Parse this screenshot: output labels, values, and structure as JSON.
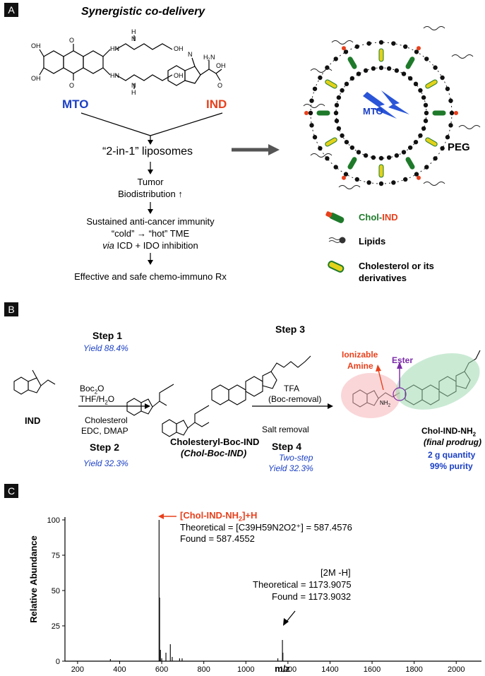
{
  "panelA": {
    "label": "A",
    "title": "Synergistic co-delivery",
    "mto": "MTO",
    "ind": "IND",
    "liposome": "“2-in-1” liposomes",
    "tumor": "Tumor",
    "biodist": "Biodistribution ↑",
    "immunity": "Sustained anti-cancer immunity",
    "cold_a": "“cold”",
    "cold_b": "“hot” TME",
    "via": "via",
    "via_rest": " ICD + IDO inhibition",
    "effective": "Effective and safe chemo-immuno Rx",
    "lipo_mto": "MTO",
    "peg": "PEG",
    "legend": {
      "chol_a": "Chol-",
      "chol_b": "IND",
      "lipids": "Lipids",
      "cholesterol_1": "Cholesterol or its",
      "cholesterol_2": "derivatives"
    },
    "colors": {
      "mto": "#1a3fc4",
      "ind": "#e8401c",
      "chol": "#1e7a2a",
      "yellow": "#e3d21a"
    }
  },
  "panelB": {
    "label": "B",
    "step1": "Step 1",
    "yield1": "Yield 88.4%",
    "reagent1a": "Boc",
    "reagent1a_sub": "2",
    "reagent1a_end": "O",
    "reagent1b": "THF/H",
    "reagent1b_sub": "2",
    "reagent1b_end": "O",
    "chol": "Cholesterol",
    "edc": "EDC, DMAP",
    "step2": "Step 2",
    "yield2": "Yield 32.3%",
    "ind": "IND",
    "intermediate_1": "Cholesteryl-Boc-IND",
    "intermediate_2": "(Chol-Boc-IND)",
    "step3": "Step 3",
    "tfa": "TFA",
    "bocremoval": "(Boc-removal)",
    "salt": "Salt removal",
    "step4": "Step 4",
    "twostep": "Two-step",
    "yield4": "Yield 32.3%",
    "ionizable_1": "Ionizable",
    "ionizable_2": "Amine",
    "ester": "Ester",
    "nh2": "NH",
    "nh2_sub": "2",
    "product_1": "Chol-IND-NH",
    "product_1_sub": "2",
    "product_2": "(final prodrug)",
    "quantity": "2 g quantity",
    "purity": "99% purity"
  },
  "panelC": {
    "label": "C",
    "peak1_label_a": "[Chol-IND-NH",
    "peak1_label_sub": "2",
    "peak1_label_b": "]+H",
    "peak1_theo": "Theoretical = [C39H59N2O2⁺] = 587.4576",
    "peak1_found": "Found = 587.4552",
    "peak2_label": "[2M -H]",
    "peak2_theo": "Theoretical = 1173.9075",
    "peak2_found": "Found = 1173.9032"
  },
  "chart_data": {
    "type": "bar",
    "xlabel": "m/z",
    "ylabel": "Relative Abundance",
    "xlim": [
      140,
      2120
    ],
    "ylim": [
      0,
      100
    ],
    "xticks": [
      200,
      400,
      600,
      800,
      1000,
      1200,
      1400,
      1600,
      1800,
      2000
    ],
    "yticks": [
      0,
      25,
      50,
      75,
      100
    ],
    "peaks": [
      {
        "x": 356,
        "y": 1.5
      },
      {
        "x": 587.5,
        "y": 100
      },
      {
        "x": 590,
        "y": 45
      },
      {
        "x": 594,
        "y": 8
      },
      {
        "x": 600,
        "y": 2
      },
      {
        "x": 620,
        "y": 6
      },
      {
        "x": 641,
        "y": 12
      },
      {
        "x": 650,
        "y": 3
      },
      {
        "x": 685,
        "y": 2
      },
      {
        "x": 697,
        "y": 2
      },
      {
        "x": 1152,
        "y": 2
      },
      {
        "x": 1173.9,
        "y": 15
      },
      {
        "x": 1176,
        "y": 6
      }
    ]
  }
}
